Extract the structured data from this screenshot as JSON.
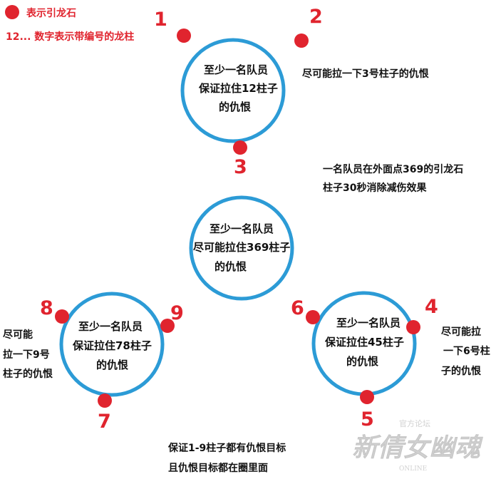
{
  "colors": {
    "ring": "#2c9bd6",
    "dot": "#e0242e",
    "text": "#111111",
    "watermark": "#c9c9c9"
  },
  "legend": {
    "dot_label": "表示引龙石",
    "number_label": "12... 数字表示带编号的龙柱"
  },
  "circles": {
    "top": {
      "lines": [
        "至少一名队员",
        "保证拉住12柱子",
        "的仇恨"
      ]
    },
    "center": {
      "lines": [
        "至少一名队员",
        "尽可能拉住369柱子",
        "的仇恨"
      ]
    },
    "left": {
      "lines": [
        "至少一名队员",
        "保证拉住78柱子",
        "的仇恨"
      ]
    },
    "right": {
      "lines": [
        "至少一名队员",
        "保证拉住45柱子",
        "的仇恨"
      ]
    }
  },
  "numbers": {
    "n1": "1",
    "n2": "2",
    "n3": "3",
    "n4": "4",
    "n5": "5",
    "n6": "6",
    "n7": "7",
    "n8": "8",
    "n9": "9"
  },
  "notes": {
    "top_right": "尽可能拉一下3号柱子的仇恨",
    "middle": [
      "一名队员在外面点369的引龙石",
      "柱子30秒消除减伤效果"
    ],
    "left": [
      "尽可能",
      "拉一下9号",
      "柱子的仇恨"
    ],
    "right": [
      "尽可能拉",
      "一下6号柱",
      "子的仇恨"
    ],
    "bottom": [
      "保证1-9柱子都有仇恨目标",
      "且仇恨目标都在圈里面"
    ]
  },
  "watermark": {
    "small": "官方论坛",
    "main": "新倩女幽魂",
    "sub": "ONLINE"
  }
}
